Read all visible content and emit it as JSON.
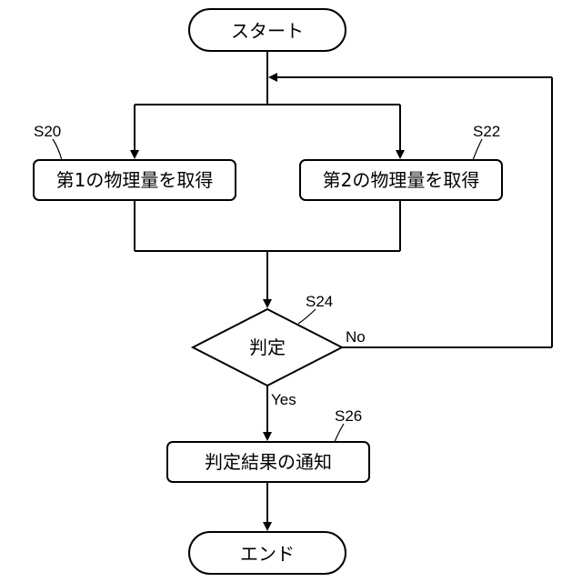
{
  "nodes": {
    "start": "スタート",
    "step1": "第1の物理量を取得",
    "step2": "第2の物理量を取得",
    "decision": "判定",
    "notify": "判定結果の通知",
    "end": "エンド"
  },
  "refs": {
    "s20": "S20",
    "s22": "S22",
    "s24": "S24",
    "s26": "S26"
  },
  "edges": {
    "no": "No",
    "yes": "Yes"
  }
}
